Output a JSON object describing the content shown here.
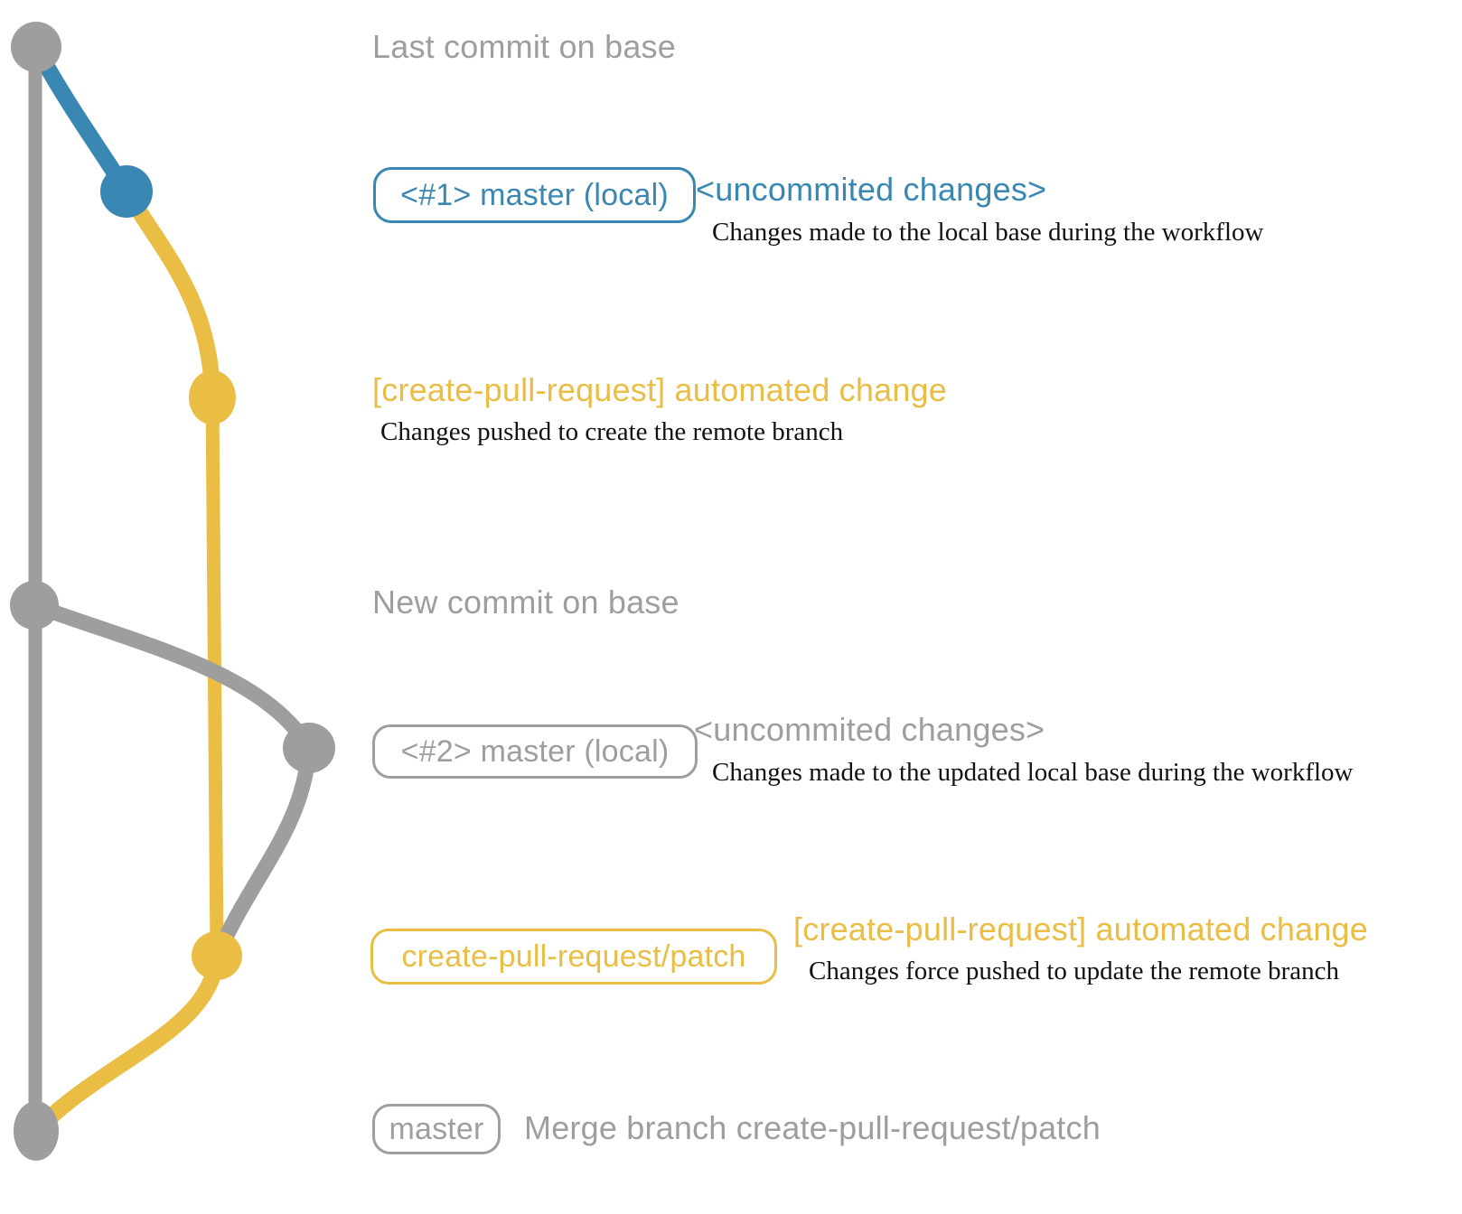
{
  "colors": {
    "base_gray": "#9e9e9e",
    "local_blue": "#3987b2",
    "patch_yellow": "#eabd45",
    "note_black": "#111111",
    "background": "#ffffff"
  },
  "graph": {
    "branches": [
      {
        "name": "base",
        "color": "#9e9e9e"
      },
      {
        "name": "master-local",
        "color": "#3987b2"
      },
      {
        "name": "create-pull-request-patch",
        "color": "#eabd45"
      }
    ],
    "commit_dots": [
      {
        "name": "last-commit-on-base",
        "color": "#9e9e9e"
      },
      {
        "name": "uncommitted-changes-1",
        "color": "#3987b2"
      },
      {
        "name": "automated-change-1",
        "color": "#eabd45"
      },
      {
        "name": "new-commit-on-base",
        "color": "#9e9e9e"
      },
      {
        "name": "uncommitted-changes-2",
        "color": "#9e9e9e"
      },
      {
        "name": "automated-change-2",
        "color": "#eabd45"
      },
      {
        "name": "merge-commit",
        "color": "#9e9e9e"
      }
    ]
  },
  "rows": {
    "row1": {
      "text": "Last commit on base"
    },
    "row2": {
      "badge": "<#1> master (local)",
      "title": "<uncommited changes>",
      "desc": "Changes made to the local base during the workflow"
    },
    "row3": {
      "title": "[create-pull-request] automated change",
      "desc": "Changes pushed to create the remote branch"
    },
    "row4": {
      "text": "New commit on base"
    },
    "row5": {
      "badge": "<#2> master (local)",
      "title": "<uncommited changes>",
      "desc": "Changes made to the updated local base during the workflow"
    },
    "row6": {
      "badge": "create-pull-request/patch",
      "title": "[create-pull-request] automated change",
      "desc": "Changes force pushed to update the remote branch"
    },
    "row7": {
      "badge": "master",
      "text": "Merge branch create-pull-request/patch"
    }
  }
}
